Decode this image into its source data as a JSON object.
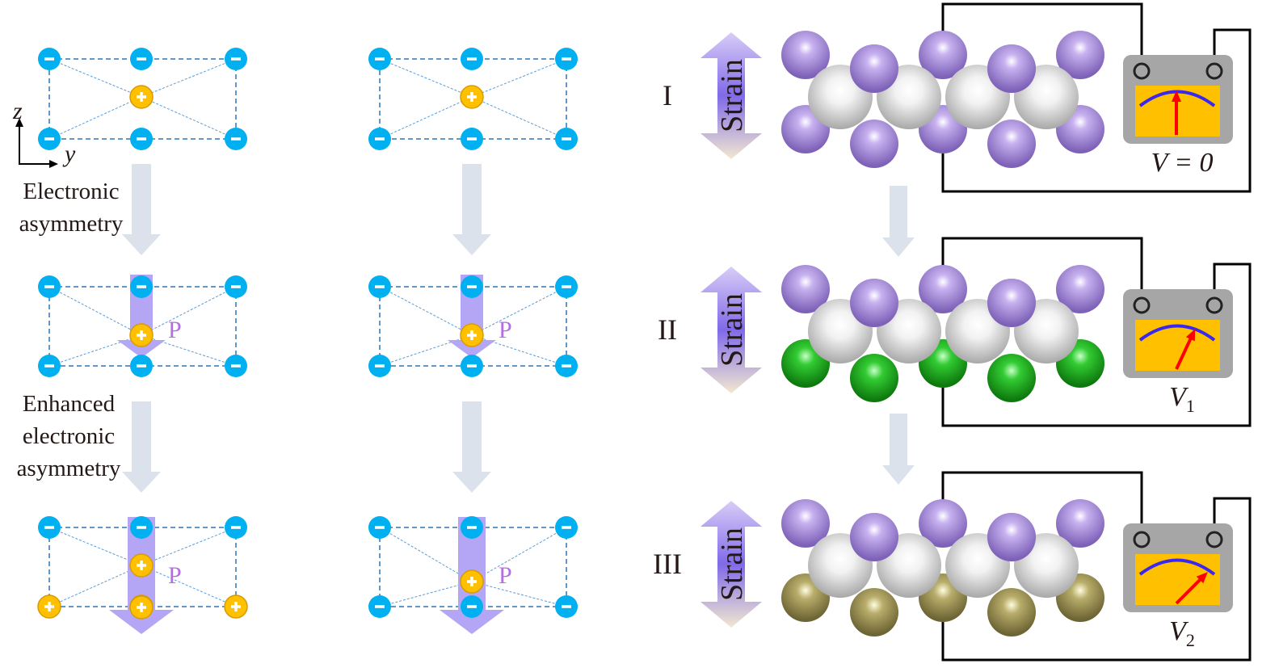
{
  "axes": {
    "z": "z",
    "y": "y"
  },
  "stage_labels": [
    "Electronic\nasymmetry",
    "Enhanced\nelectronic\nasymmetry"
  ],
  "polarization_label": "P",
  "ion_signs": {
    "negative": "−",
    "positive": "+"
  },
  "panels": [
    {
      "col": 0,
      "row": 0,
      "center": "+",
      "bottom": [
        "-",
        "-",
        "-"
      ],
      "polarization": 0
    },
    {
      "col": 1,
      "row": 0,
      "center": "+",
      "bottom": [
        "-",
        "-",
        "-"
      ],
      "polarization": 0
    },
    {
      "col": 0,
      "row": 1,
      "center": "+",
      "bottom": [
        "-",
        "-",
        "-"
      ],
      "polarization": 1
    },
    {
      "col": 1,
      "row": 1,
      "center": "+",
      "bottom": [
        "-",
        "-",
        "-"
      ],
      "polarization": 1
    },
    {
      "col": 0,
      "row": 2,
      "center": "+",
      "bottom": [
        "+",
        "+",
        "+"
      ],
      "polarization": 2
    },
    {
      "col": 1,
      "row": 2,
      "center": "+",
      "bottom": [
        "-",
        "-",
        "-"
      ],
      "polarization": 2
    }
  ],
  "structures": [
    {
      "roman": "I",
      "strain": "Strain",
      "bottom_color": "#9a7fd0",
      "bottom_type": "purple",
      "meter_label": "V = 0",
      "meter_sub": "",
      "needle_angle": 0
    },
    {
      "roman": "II",
      "strain": "Strain",
      "bottom_color": "#22b422",
      "bottom_type": "green",
      "meter_label": "V",
      "meter_sub": "1",
      "needle_angle": 25
    },
    {
      "roman": "III",
      "strain": "Strain",
      "bottom_color": "#8e8448",
      "bottom_type": "olive",
      "meter_label": "V",
      "meter_sub": "2",
      "needle_angle": 45
    }
  ],
  "colors": {
    "anion": "#00b0f0",
    "cation": "#ffc000",
    "arrow_grey": "#dbe2ec",
    "p_arrow": "#b4a6f4",
    "p_text": "#b36ee6",
    "meter_bg": "#a6a6a6",
    "meter_face": "#ffc000",
    "dial": "#3b28f0",
    "needle": "#ff0000"
  }
}
